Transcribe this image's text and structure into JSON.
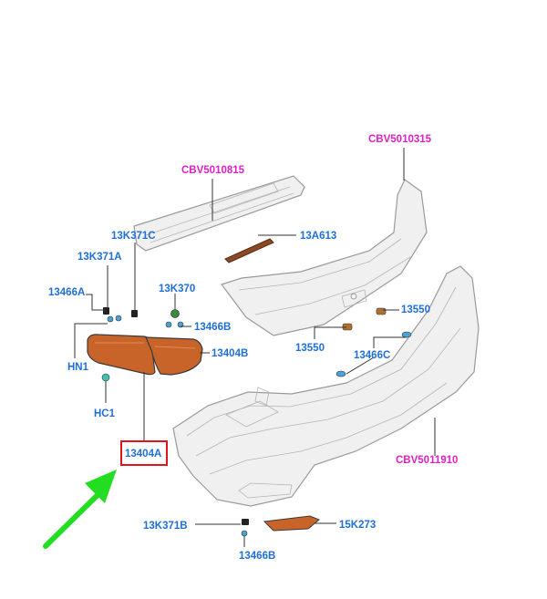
{
  "colors": {
    "part_label": "#1f6fd6",
    "reference_label": "#e020c8",
    "highlight_box": "#e0141e",
    "arrow": "#22dd22",
    "lamp_amber": "#c8642a"
  },
  "labels": {
    "cbv5010815": "CBV5010815",
    "cbv5010315": "CBV5010315",
    "cbv5011910": "CBV5011910",
    "p13k371c": "13K371C",
    "p13k371a": "13K371A",
    "p13a613": "13A613",
    "p13466a": "13466A",
    "p13k370": "13K370",
    "p13466b_top": "13466B",
    "p13550_right": "13550",
    "p13550_left": "13550",
    "p13466c": "13466C",
    "phn1": "HN1",
    "p13404b": "13404B",
    "phc1": "HC1",
    "p13404a": "13404A",
    "p13k371b": "13K371B",
    "p15k273": "15K273",
    "p13466b_bottom": "13466B"
  },
  "highlighted_part": "13404A",
  "icons": {
    "pointer": "green-arrow-icon"
  }
}
